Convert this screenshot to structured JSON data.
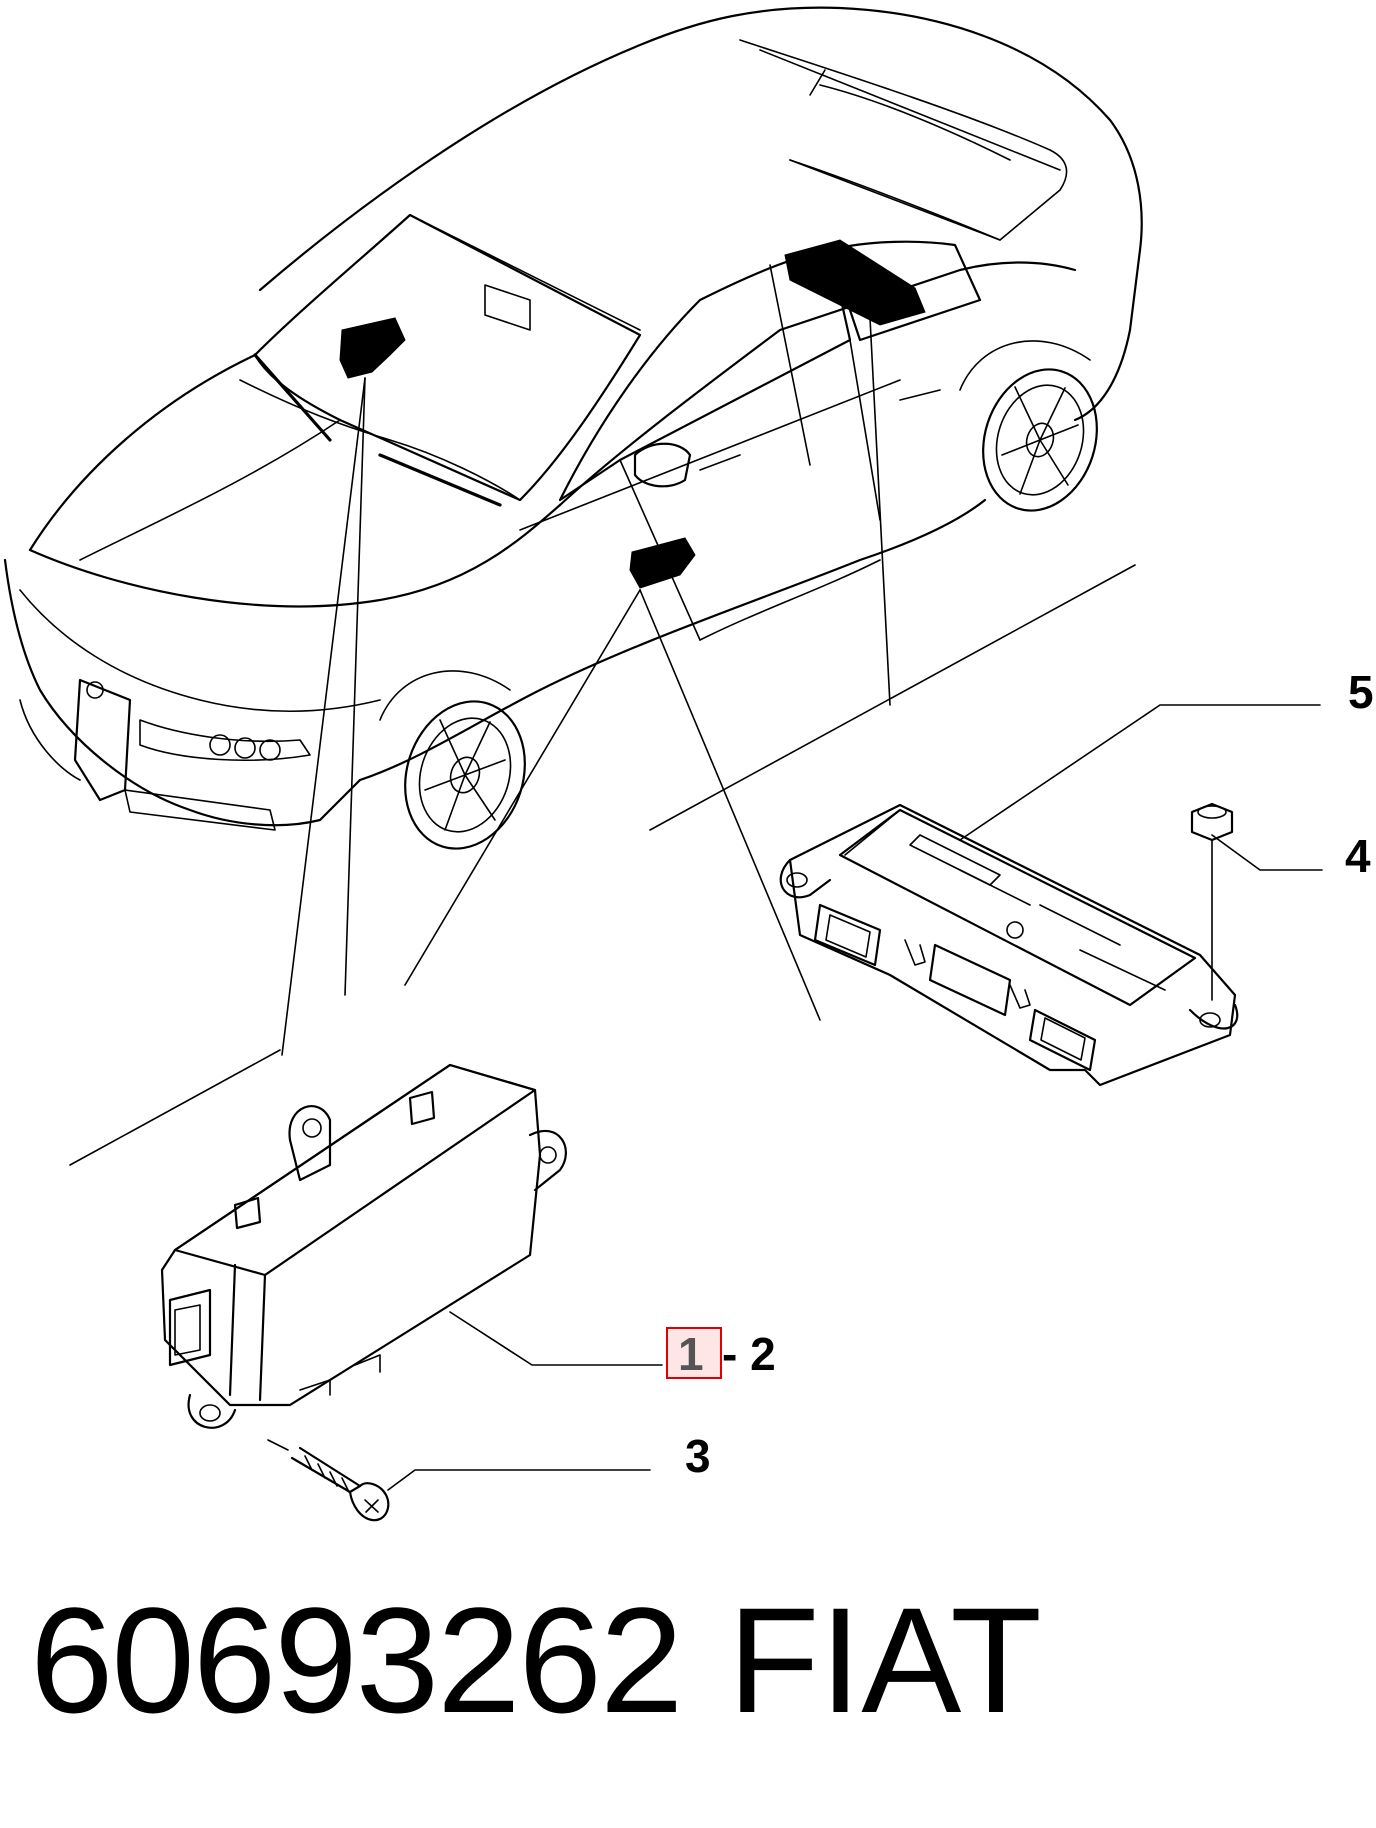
{
  "diagram": {
    "callouts": {
      "c1": "1",
      "c1_suffix": "- 2",
      "c3": "3",
      "c4": "4",
      "c5": "5"
    },
    "footer": {
      "part_number": "60693262",
      "brand": "FIAT"
    },
    "highlight_color": "#e00000"
  }
}
